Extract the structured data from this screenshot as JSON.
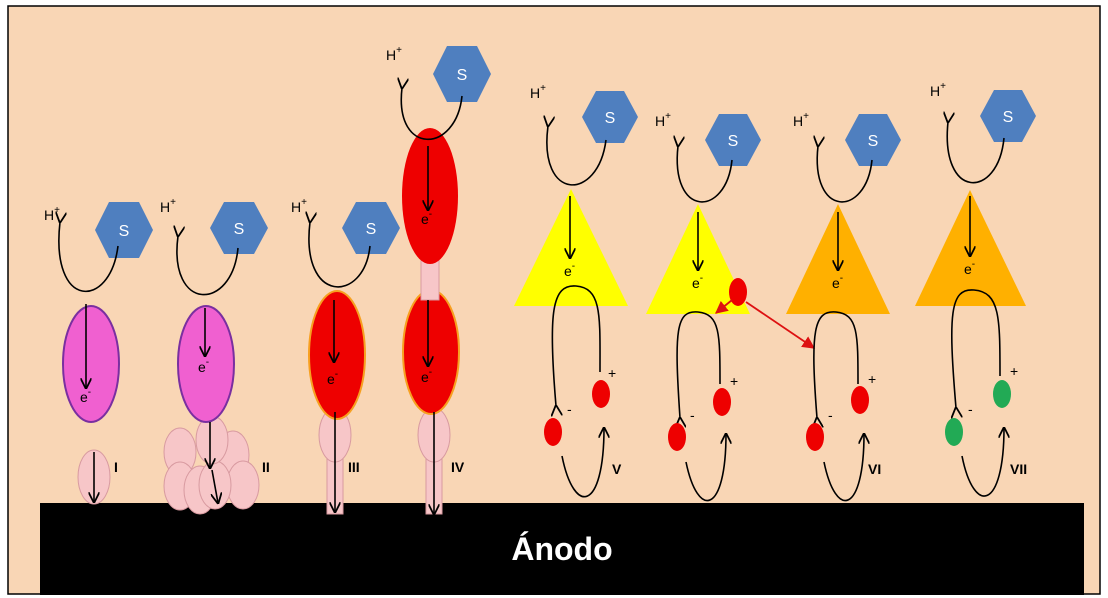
{
  "labels": {
    "h": "H",
    "plus": "+",
    "minus": "-",
    "substrate": "S",
    "electron": "e",
    "anode": "Ánodo"
  },
  "mechanisms": [
    "I",
    "II",
    "III",
    "IV",
    "V",
    "VI",
    "VII"
  ],
  "colors": {
    "background": "#f9d6b5",
    "anode": "#000000",
    "substrate": "#4f7fbf",
    "enzyme_magenta": "#f060d0",
    "enzyme_red": "#ee0000",
    "cofactor_pink": "#f7c6c8",
    "triangle_yellow": "#ffff00",
    "triangle_orange": "#ffb000",
    "mediator_red": "#ee0000",
    "mediator_green": "#22aa55",
    "arrow_red": "#dd1111"
  }
}
